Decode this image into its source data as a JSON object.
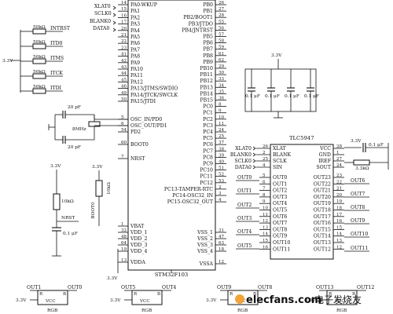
{
  "mcu": {
    "name": "STM32F103",
    "left_pins": [
      {
        "num": "14",
        "label": "PA0-WKUP"
      },
      {
        "num": "15",
        "label": "PA1"
      },
      {
        "num": "16",
        "label": "PA2"
      },
      {
        "num": "17",
        "label": "PA3"
      },
      {
        "num": "20",
        "label": "PA4"
      },
      {
        "num": "21",
        "label": "PA5"
      },
      {
        "num": "22",
        "label": "PA6"
      },
      {
        "num": "23",
        "label": "PA7"
      },
      {
        "num": "41",
        "label": "PA8"
      },
      {
        "num": "42",
        "label": "PA9"
      },
      {
        "num": "43",
        "label": "PA10"
      },
      {
        "num": "44",
        "label": "PA11"
      },
      {
        "num": "45",
        "label": "PA12"
      },
      {
        "num": "46",
        "label": "PA13/JTMS/SWDIO"
      },
      {
        "num": "49",
        "label": "PA14/JTCK/SWCLK"
      },
      {
        "num": "50",
        "label": "PA15/JTDI"
      },
      {
        "num": "5",
        "label": "OSC_IN/PD0"
      },
      {
        "num": "6",
        "label": "OSC_OUT/PD1"
      },
      {
        "num": "54",
        "label": "PD2"
      },
      {
        "num": "60",
        "label": "BOOT0"
      },
      {
        "num": "7",
        "label": "NRST"
      },
      {
        "num": "1",
        "label": "VBAT"
      },
      {
        "num": "32",
        "label": "VDD_1"
      },
      {
        "num": "48",
        "label": "VDD_2"
      },
      {
        "num": "64",
        "label": "VDD_3"
      },
      {
        "num": "19",
        "label": "VDD_4"
      },
      {
        "num": "13",
        "label": "VDDA"
      }
    ],
    "right_pins": [
      {
        "num": "26",
        "label": "PB0"
      },
      {
        "num": "27",
        "label": "PB1"
      },
      {
        "num": "28",
        "label": "PB2/BOOT1"
      },
      {
        "num": "55",
        "label": "PB3/JTDO"
      },
      {
        "num": "56",
        "label": "PB4/JNTRST"
      },
      {
        "num": "57",
        "label": "PB5"
      },
      {
        "num": "58",
        "label": "PB6"
      },
      {
        "num": "59",
        "label": "PB7"
      },
      {
        "num": "61",
        "label": "PB8"
      },
      {
        "num": "62",
        "label": "PB9"
      },
      {
        "num": "29",
        "label": "PB10"
      },
      {
        "num": "30",
        "label": "PB11"
      },
      {
        "num": "33",
        "label": "PB12"
      },
      {
        "num": "34",
        "label": "PB13"
      },
      {
        "num": "35",
        "label": "PB14"
      },
      {
        "num": "36",
        "label": "PB15"
      },
      {
        "num": "8",
        "label": "PC0"
      },
      {
        "num": "9",
        "label": "PC1"
      },
      {
        "num": "10",
        "label": "PC2"
      },
      {
        "num": "11",
        "label": "PC3"
      },
      {
        "num": "24",
        "label": "PC4"
      },
      {
        "num": "25",
        "label": "PC5"
      },
      {
        "num": "37",
        "label": "PC6"
      },
      {
        "num": "38",
        "label": "PC7"
      },
      {
        "num": "39",
        "label": "PC8"
      },
      {
        "num": "40",
        "label": "PC9"
      },
      {
        "num": "51",
        "label": "PC10"
      },
      {
        "num": "52",
        "label": "PC11"
      },
      {
        "num": "53",
        "label": "PC12"
      },
      {
        "num": "2",
        "label": "PC13-TAMPER-RTC"
      },
      {
        "num": "3",
        "label": "PC14-OSC32_IN"
      },
      {
        "num": "4",
        "label": "PC15-OSC32_OUT"
      },
      {
        "num": "31",
        "label": "VSS_1"
      },
      {
        "num": "47",
        "label": "VSS_2"
      },
      {
        "num": "63",
        "label": "VSS_3"
      },
      {
        "num": "18",
        "label": "VSS_4"
      },
      {
        "num": "12",
        "label": "VSSA"
      }
    ]
  },
  "mcu_nets": {
    "xlat": "XLAT0",
    "sclk": "SCLK0",
    "blank": "BLANK0",
    "data": "DATA0"
  },
  "buttons": {
    "supply": "3.3V",
    "resistor_value": "50kΩ",
    "items": [
      {
        "label": "INTRST"
      },
      {
        "label": "ITD0"
      },
      {
        "label": "ITMS"
      },
      {
        "label": "ITCK"
      },
      {
        "label": "ITDI"
      }
    ]
  },
  "oscillator": {
    "crystal": "8MHz",
    "cap_top": "20 pF",
    "cap_bottom": "20 pF"
  },
  "reset": {
    "supply": "3.3V",
    "resistor": "10kΩ",
    "net": "NRST",
    "cap": "0.1 μF"
  },
  "boot": {
    "supply": "3.3V",
    "resistor": "10kΩ",
    "net": "BOOT0"
  },
  "decoupling": {
    "supply": "3.3V",
    "caps": [
      "0.1 μF",
      "0.1 μF",
      "0.1 μF",
      "0.1 μF"
    ]
  },
  "mcu_supply": "3.3V",
  "driver": {
    "name": "TLC5947",
    "supply": "3.3V",
    "vcc_cap": "0.1 μF",
    "iref_res": "3.3kΩ",
    "left_inputs": [
      {
        "net": "XLAT0",
        "num": "26",
        "pin": "XLAT"
      },
      {
        "net": "BLANK0",
        "num": "2",
        "pin": "BLANK"
      },
      {
        "net": "SCLK0",
        "num": "25",
        "pin": "SCLK"
      },
      {
        "net": "DATA0",
        "num": "4",
        "pin": "SIN"
      }
    ],
    "right_power": [
      {
        "pin": "VCC",
        "num": "28"
      },
      {
        "pin": "GND",
        "num": "1"
      },
      {
        "pin": "IREF",
        "num": "27"
      },
      {
        "pin": "SOUT",
        "num": "24"
      }
    ],
    "left_outputs": [
      {
        "net": "OUT0",
        "num": "5",
        "pin": "OUT0"
      },
      {
        "net": "OUT1",
        "num": "6",
        "pin": "OUT1"
      },
      {
        "net": "OUT2",
        "num": "7",
        "pin": "OUT2"
      },
      {
        "net": "OUT3",
        "num": "8",
        "pin": "OUT3"
      },
      {
        "net": "OUT4",
        "num": "9",
        "pin": "OUT4"
      },
      {
        "net": "OUT5",
        "num": "10",
        "pin": "OUT5"
      },
      {
        "net": "OUT6",
        "num": "11",
        "pin": "OUT6"
      },
      {
        "net": "OUT7",
        "num": "12",
        "pin": "OUT7"
      },
      {
        "net": "OUT8",
        "num": "13",
        "pin": "OUT8"
      },
      {
        "net": "OUT9",
        "num": "14",
        "pin": "OUT9"
      },
      {
        "net": "OUT10",
        "num": "15",
        "pin": "OUT10"
      },
      {
        "net": "OUT11",
        "num": "16",
        "pin": "OUT11"
      }
    ],
    "right_outputs": [
      {
        "net": "OUT23",
        "num": "23",
        "pin": "OUT23"
      },
      {
        "net": "OUT22",
        "num": "22",
        "pin": "OUT22"
      },
      {
        "net": "OUT21",
        "num": "21",
        "pin": "OUT21"
      },
      {
        "net": "OUT20",
        "num": "20",
        "pin": "OUT20"
      },
      {
        "net": "OUT19",
        "num": "19",
        "pin": "OUT19"
      },
      {
        "net": "OUT18",
        "num": "18",
        "pin": "OUT18"
      },
      {
        "net": "OUT17",
        "num": "17",
        "pin": "OUT17"
      },
      {
        "net": "OUT16",
        "num": "16",
        "pin": "OUT16"
      },
      {
        "net": "OUT15",
        "num": "15",
        "pin": "OUT15"
      },
      {
        "net": "OUT14",
        "num": "14",
        "pin": "OUT14"
      },
      {
        "net": "OUT13",
        "num": "13",
        "pin": "OUT13"
      },
      {
        "net": "OUT12",
        "num": "12",
        "pin": "OUT12"
      }
    ],
    "right_nets": [
      "OUT6",
      "OUT7",
      "OUT8",
      "OUT9",
      "OUT10",
      "OUT11"
    ]
  },
  "leds": [
    {
      "supply": "3.3V",
      "out_a": "OUT1",
      "out_b": "OUT0",
      "pin_r": "R",
      "pin_vcc": "VCC",
      "pin_b": "B",
      "label": "RGB"
    },
    {
      "supply": "3.3V",
      "out_a": "OUT5",
      "out_b": "OUT4",
      "pin_r": "R",
      "pin_vcc": "VCC",
      "pin_b": "B",
      "label": "RGB"
    },
    {
      "supply": "3.3V",
      "out_a": "OUT9",
      "out_b": "OUT8",
      "pin_r": "R",
      "pin_vcc": "VCC",
      "pin_b": "B",
      "label": "RGB"
    },
    {
      "supply": "3.3V",
      "out_a": "OUT13",
      "out_b": "OUT12",
      "pin_r": "R",
      "pin_vcc": "VCC",
      "pin_b": "B",
      "label": "RGB"
    }
  ],
  "watermark": {
    "site": "elecfans.com",
    "brand": "电子发烧友"
  }
}
